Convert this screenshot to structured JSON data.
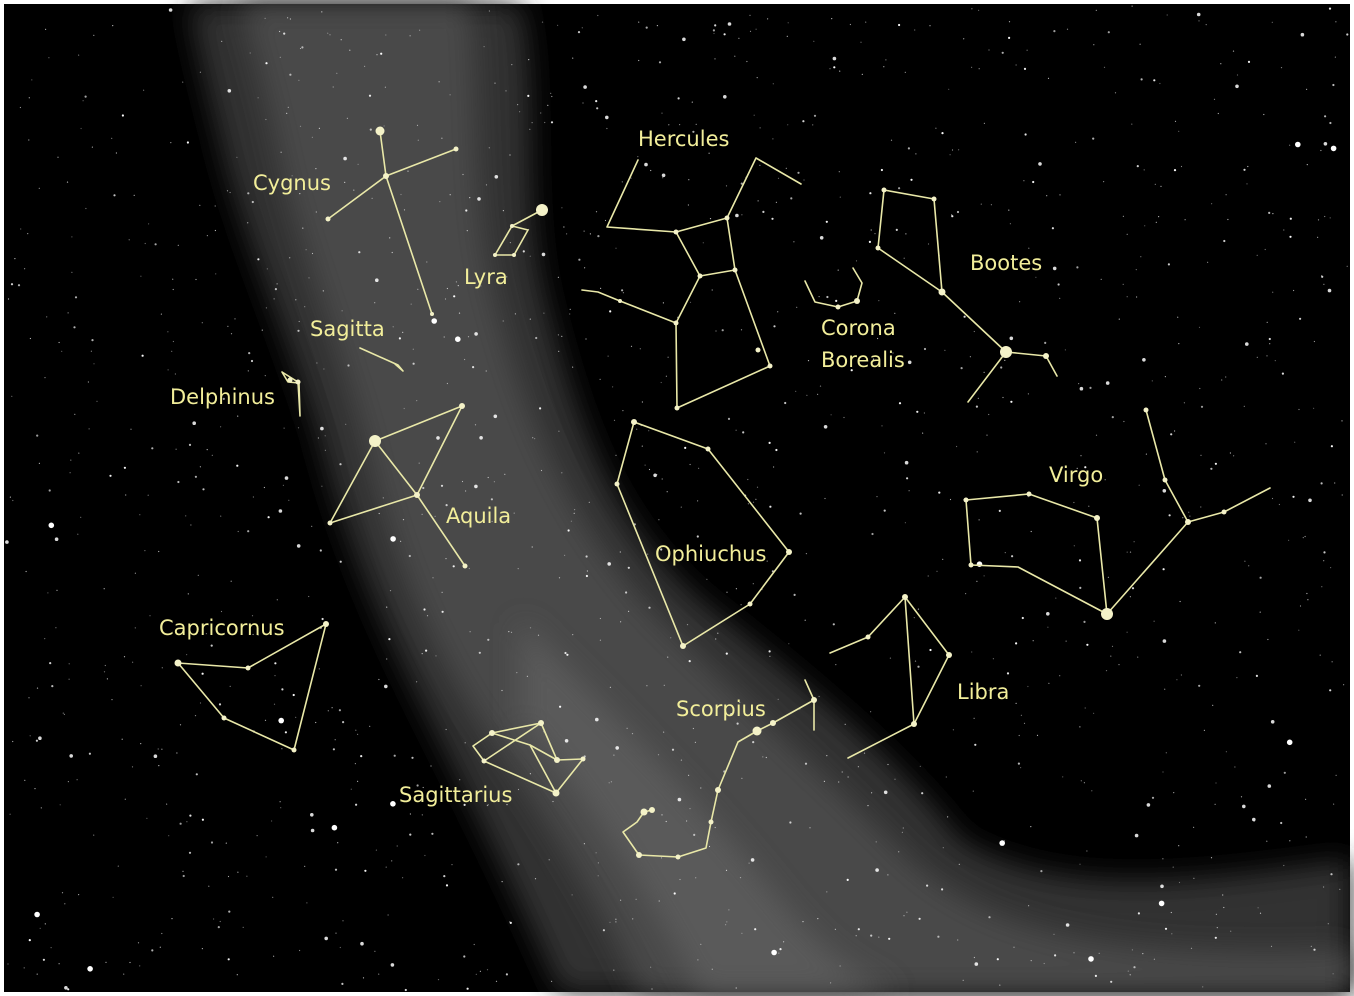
{
  "map": {
    "background_color": "#000000",
    "milky_way_color": "#4a4a4a",
    "line_color": "#e9e8a8",
    "label_color": "#f2ee9a",
    "constellations": [
      {
        "id": "cygnus",
        "name": "Cygnus"
      },
      {
        "id": "lyra",
        "name": "Lyra"
      },
      {
        "id": "hercules",
        "name": "Hercules"
      },
      {
        "id": "bootes",
        "name": "Bootes"
      },
      {
        "id": "corona-borealis",
        "name": "Corona Borealis",
        "name_lines": [
          "Corona",
          "Borealis"
        ]
      },
      {
        "id": "sagitta",
        "name": "Sagitta"
      },
      {
        "id": "delphinus",
        "name": "Delphinus"
      },
      {
        "id": "aquila",
        "name": "Aquila"
      },
      {
        "id": "ophiuchus",
        "name": "Ophiuchus"
      },
      {
        "id": "virgo",
        "name": "Virgo"
      },
      {
        "id": "capricornus",
        "name": "Capricornus"
      },
      {
        "id": "scorpius",
        "name": "Scorpius"
      },
      {
        "id": "libra",
        "name": "Libra"
      },
      {
        "id": "sagittarius",
        "name": "Sagittarius"
      }
    ]
  }
}
